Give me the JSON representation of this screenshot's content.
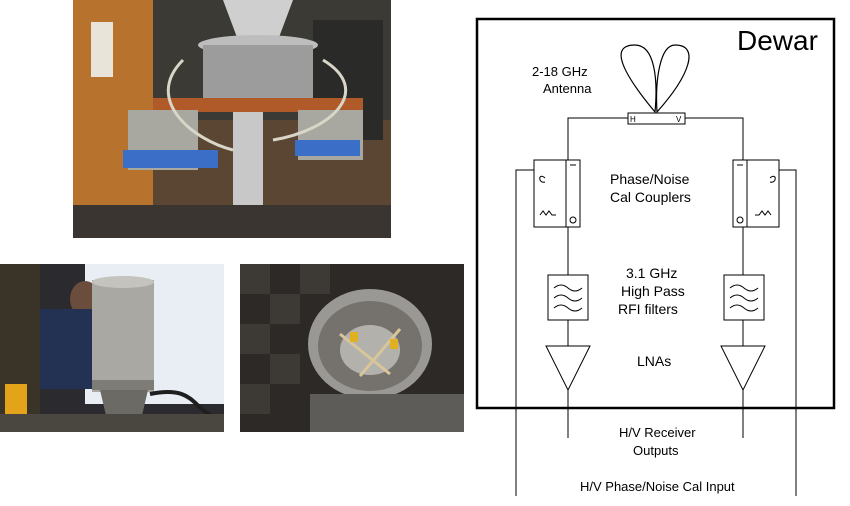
{
  "photos": {
    "top": {
      "alt": ""
    },
    "bottom_left": {
      "alt": ""
    },
    "bottom_right": {
      "alt": ""
    }
  },
  "diagram": {
    "dewar_label": "Dewar",
    "antenna_label_line1": "2-18 GHz",
    "antenna_label_line2": "Antenna",
    "antenna_port_h": "H",
    "antenna_port_v": "V",
    "couplers_line1": "Phase/Noise",
    "couplers_line2": "Cal Couplers",
    "filters_line1": "3.1 GHz",
    "filters_line2": "High Pass",
    "filters_line3": "RFI filters",
    "lnas_label": "LNAs",
    "receiver_outputs_line1": "H/V Receiver",
    "receiver_outputs_line2": "Outputs",
    "cal_input_label": "H/V Phase/Noise Cal Input"
  }
}
